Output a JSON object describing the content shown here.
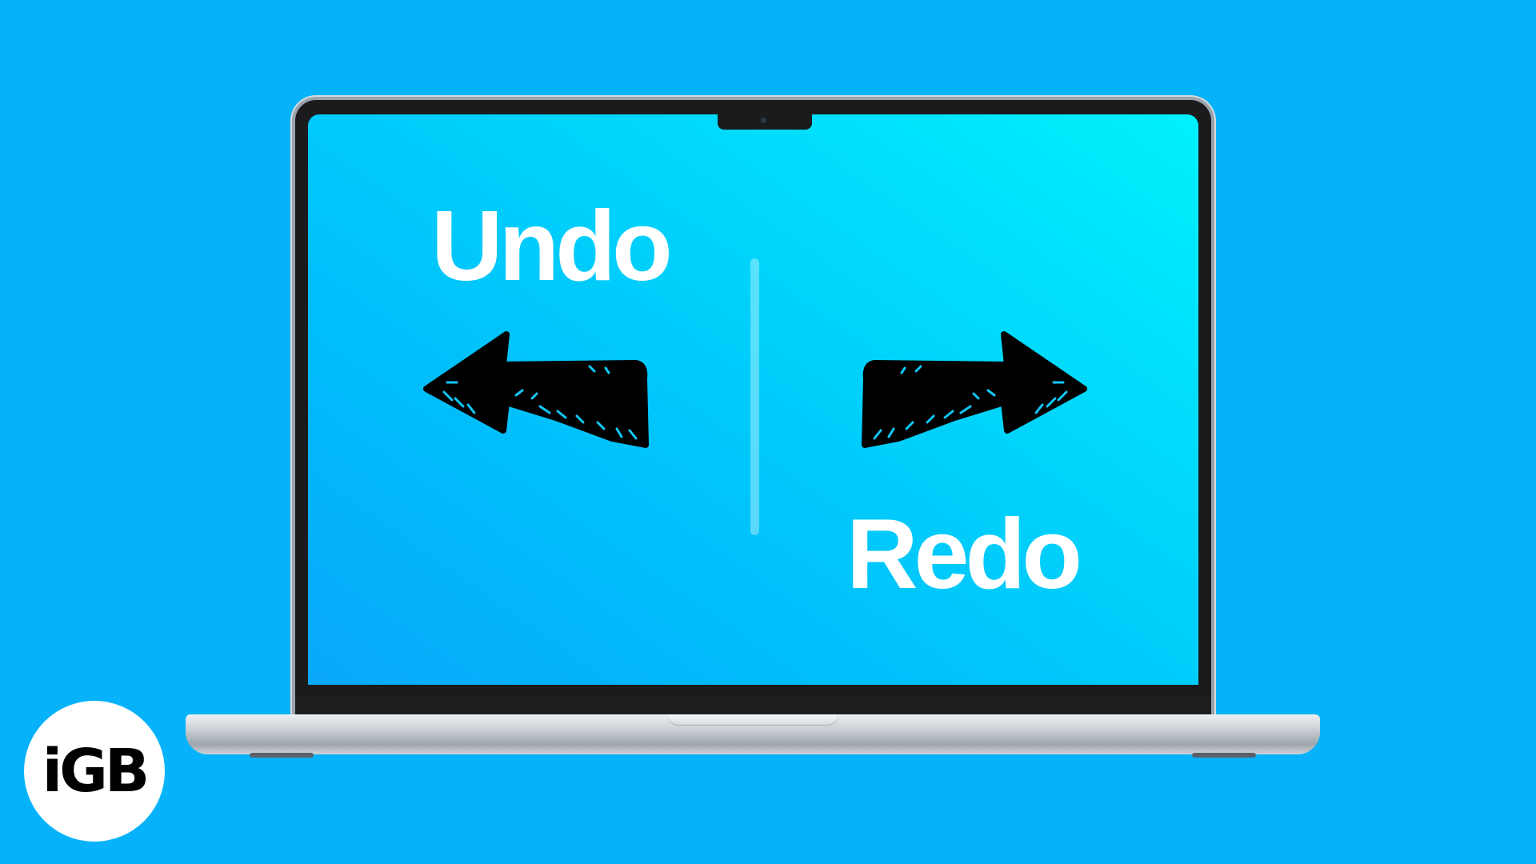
{
  "screen": {
    "undo_label": "Undo",
    "redo_label": "Redo",
    "left_arrow_icon": "undo-arrow-icon",
    "right_arrow_icon": "redo-arrow-icon"
  },
  "logo": {
    "text": "iGB"
  },
  "colors": {
    "background": "#06b3fb",
    "screen_gradient_top": "#00f1fd",
    "screen_gradient_bottom": "#0aa8fb",
    "text": "#ffffff",
    "arrow": "#000000"
  }
}
